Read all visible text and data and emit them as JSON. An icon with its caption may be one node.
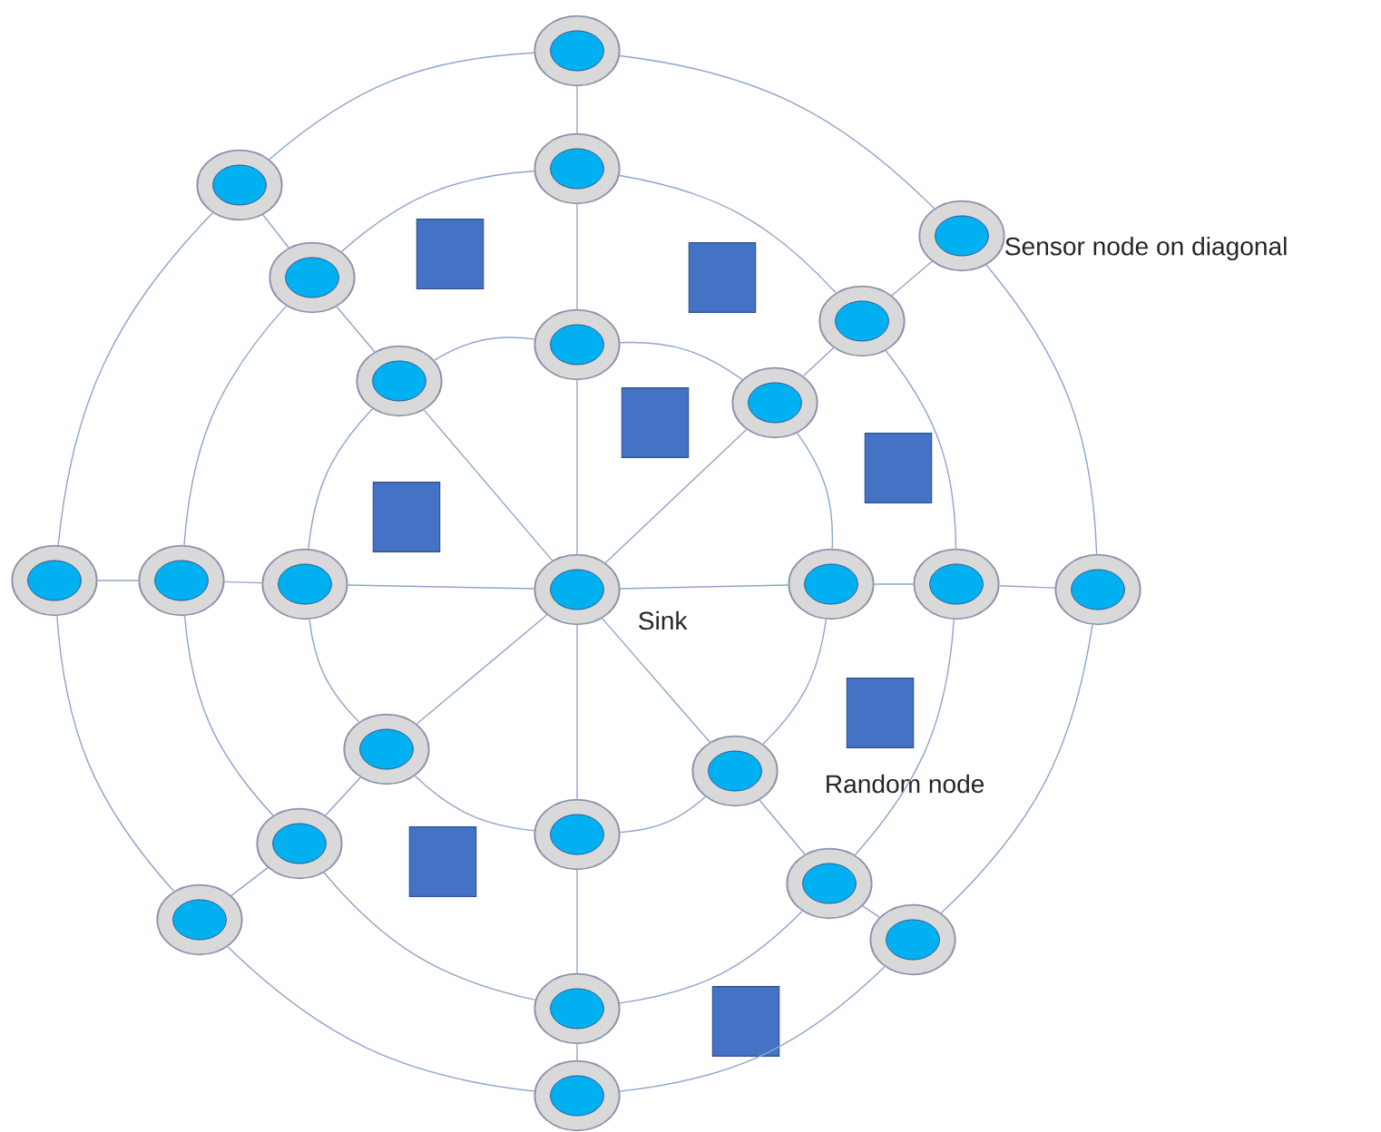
{
  "diagram": {
    "nodes": [
      {
        "text": [],
        "shape": "circle",
        "beside": [
          "Sink"
        ]
      },
      {
        "text": [],
        "shape": "circle"
      },
      {
        "text": [],
        "shape": "circle"
      },
      {
        "text": [],
        "shape": "circle"
      },
      {
        "text": [],
        "shape": "circle"
      },
      {
        "text": [],
        "shape": "circle"
      },
      {
        "text": [],
        "shape": "circle"
      },
      {
        "text": [],
        "shape": "circle"
      },
      {
        "text": [],
        "shape": "circle"
      },
      {
        "text": [],
        "shape": "circle"
      },
      {
        "text": [],
        "shape": "circle"
      },
      {
        "text": [],
        "shape": "circle"
      },
      {
        "text": [],
        "shape": "circle"
      },
      {
        "text": [],
        "shape": "circle"
      },
      {
        "text": [],
        "shape": "circle"
      },
      {
        "text": [],
        "shape": "circle"
      },
      {
        "text": [],
        "shape": "circle"
      },
      {
        "text": [],
        "shape": "circle"
      },
      {
        "text": [],
        "shape": "circle",
        "beside": [
          "Sensor node on diagonal"
        ]
      },
      {
        "text": [],
        "shape": "circle"
      },
      {
        "text": [],
        "shape": "circle"
      },
      {
        "text": [],
        "shape": "circle"
      },
      {
        "text": [],
        "shape": "circle"
      },
      {
        "text": [],
        "shape": "circle"
      },
      {
        "text": [],
        "shape": "circle"
      },
      {
        "text": [],
        "shape": "box"
      },
      {
        "text": [],
        "shape": "box"
      },
      {
        "text": [],
        "shape": "box"
      },
      {
        "text": [],
        "shape": "box"
      },
      {
        "text": [],
        "shape": "box"
      },
      {
        "text": [],
        "shape": "box",
        "beside": [
          "Random node"
        ]
      },
      {
        "text": [],
        "shape": "box"
      },
      {
        "text": [],
        "shape": "box"
      }
    ],
    "edges": [
      {
        "from": 0,
        "to": 1,
        "arrow": "none"
      },
      {
        "from": 0,
        "to": 2,
        "arrow": "none"
      },
      {
        "from": 0,
        "to": 3,
        "arrow": "none"
      },
      {
        "from": 0,
        "to": 4,
        "arrow": "none"
      },
      {
        "from": 0,
        "to": 5,
        "arrow": "none"
      },
      {
        "from": 0,
        "to": 6,
        "arrow": "none"
      },
      {
        "from": 0,
        "to": 7,
        "arrow": "none"
      },
      {
        "from": 0,
        "to": 8,
        "arrow": "none"
      },
      {
        "from": 1,
        "to": 9,
        "arrow": "none"
      },
      {
        "from": 2,
        "to": 10,
        "arrow": "none"
      },
      {
        "from": 3,
        "to": 11,
        "arrow": "none"
      },
      {
        "from": 4,
        "to": 12,
        "arrow": "none"
      },
      {
        "from": 5,
        "to": 13,
        "arrow": "none"
      },
      {
        "from": 6,
        "to": 14,
        "arrow": "none"
      },
      {
        "from": 7,
        "to": 15,
        "arrow": "none"
      },
      {
        "from": 8,
        "to": 16,
        "arrow": "none"
      },
      {
        "from": 9,
        "to": 17,
        "arrow": "none"
      },
      {
        "from": 10,
        "to": 18,
        "arrow": "none"
      },
      {
        "from": 11,
        "to": 19,
        "arrow": "none"
      },
      {
        "from": 12,
        "to": 20,
        "arrow": "none"
      },
      {
        "from": 13,
        "to": 21,
        "arrow": "none"
      },
      {
        "from": 14,
        "to": 22,
        "arrow": "none"
      },
      {
        "from": 15,
        "to": 23,
        "arrow": "none"
      },
      {
        "from": 16,
        "to": 24,
        "arrow": "none"
      },
      {
        "from": 1,
        "to": 2,
        "arrow": "none"
      },
      {
        "from": 2,
        "to": 3,
        "arrow": "none"
      },
      {
        "from": 3,
        "to": 4,
        "arrow": "none"
      },
      {
        "from": 4,
        "to": 5,
        "arrow": "none"
      },
      {
        "from": 5,
        "to": 6,
        "arrow": "none"
      },
      {
        "from": 6,
        "to": 7,
        "arrow": "none"
      },
      {
        "from": 7,
        "to": 8,
        "arrow": "none"
      },
      {
        "from": 8,
        "to": 1,
        "arrow": "none"
      },
      {
        "from": 9,
        "to": 10,
        "arrow": "none"
      },
      {
        "from": 10,
        "to": 11,
        "arrow": "none"
      },
      {
        "from": 11,
        "to": 12,
        "arrow": "none"
      },
      {
        "from": 12,
        "to": 13,
        "arrow": "none"
      },
      {
        "from": 13,
        "to": 14,
        "arrow": "none"
      },
      {
        "from": 14,
        "to": 15,
        "arrow": "none"
      },
      {
        "from": 15,
        "to": 16,
        "arrow": "none"
      },
      {
        "from": 16,
        "to": 9,
        "arrow": "none"
      },
      {
        "from": 17,
        "to": 18,
        "arrow": "none"
      },
      {
        "from": 18,
        "to": 19,
        "arrow": "none"
      },
      {
        "from": 19,
        "to": 20,
        "arrow": "none"
      },
      {
        "from": 20,
        "to": 21,
        "arrow": "none"
      },
      {
        "from": 21,
        "to": 22,
        "arrow": "none"
      },
      {
        "from": 22,
        "to": 23,
        "arrow": "none"
      },
      {
        "from": 23,
        "to": 24,
        "arrow": "none"
      },
      {
        "from": 24,
        "to": 17,
        "arrow": "none"
      }
    ]
  }
}
